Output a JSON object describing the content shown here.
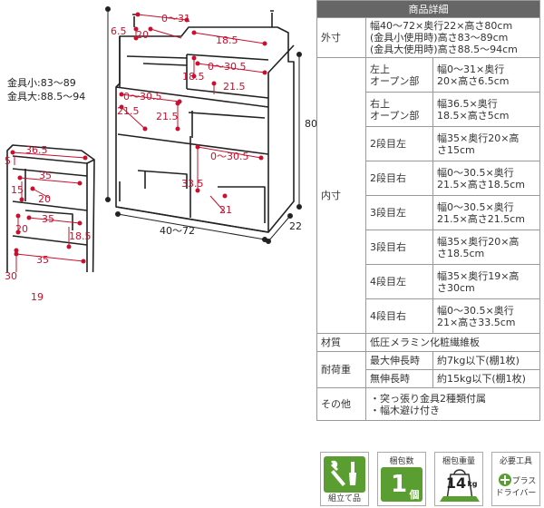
{
  "diagram": {
    "left_note": [
      "金具小:83〜89",
      "金具大:88.5〜94"
    ],
    "large": {
      "top_width": "0〜31",
      "d65": "6.5",
      "d20a": "20",
      "d185a": "18.5",
      "d0_305a": "0〜30.5",
      "d185b": "18.5",
      "d215a": "21.5",
      "d0_305b": "0〜30.5",
      "d215b": "21.5",
      "d215c": "21.5",
      "d0_305c": "0〜30.5",
      "d335": "33.5",
      "d21": "21",
      "height": "80",
      "depth": "22",
      "width": "40〜72"
    },
    "small": {
      "d365": "36.5",
      "d5": "5",
      "d35a": "35",
      "d15": "15",
      "d20a": "20",
      "d20b": "20",
      "d35b": "35",
      "d185": "18.5",
      "d35c": "35",
      "d30": "30",
      "d19": "19"
    }
  },
  "spec": {
    "title": "商品詳細",
    "outer_label": "外寸",
    "outer_value": [
      "幅40〜72×奥行22×高さ80cm",
      "(金具小使用時)高さ83〜89cm",
      "(金具大使用時)高さ88.5〜94cm"
    ],
    "inner_label": "内寸",
    "inner_rows": [
      {
        "part": [
          "左上",
          "オープン部"
        ],
        "value": [
          "幅0〜31×奥行",
          "20×高さ6.5cm"
        ]
      },
      {
        "part": [
          "右上",
          "オープン部"
        ],
        "value": [
          "幅36.5×奥行",
          "18.5×高さ5cm"
        ]
      },
      {
        "part": [
          "2段目左"
        ],
        "value": [
          "幅35×奥行20×高",
          "さ15cm"
        ]
      },
      {
        "part": [
          "2段目右"
        ],
        "value": [
          "幅0〜30.5×奥行",
          "21.5×高さ18.5cm"
        ]
      },
      {
        "part": [
          "3段目左"
        ],
        "value": [
          "幅0〜30.5×奥行",
          "21.5×高さ21.5cm"
        ]
      },
      {
        "part": [
          "3段目右"
        ],
        "value": [
          "幅35×奥行20×高",
          "さ18.5cm"
        ]
      },
      {
        "part": [
          "4段目左"
        ],
        "value": [
          "幅35×奥行19×高",
          "さ30cm"
        ]
      },
      {
        "part": [
          "4段目右"
        ],
        "value": [
          "幅0〜30.5×奥行",
          "21×高さ33.5cm"
        ]
      }
    ],
    "material_label": "材質",
    "material_value": "低圧メラミン化粧繊維板",
    "load_label": "耐荷重",
    "load_rows": [
      {
        "part": "最大伸長時",
        "value": "約7kg以下(棚1枚)"
      },
      {
        "part": "無伸長時",
        "value": "約15kg以下(棚1枚)"
      }
    ],
    "other_label": "その他",
    "other_value": [
      "・突っ張り金具2種類付属",
      "・幅木避け付き"
    ]
  },
  "icons": [
    {
      "top": "",
      "bottom": "組立て品"
    },
    {
      "top": "梱包数",
      "big": "1",
      "bottom": "個"
    },
    {
      "top": "梱包重量",
      "big": "14",
      "unit": "kg"
    },
    {
      "top": "必要工具",
      "bottom": "プラス",
      "bottom2": "ドライバー"
    }
  ]
}
